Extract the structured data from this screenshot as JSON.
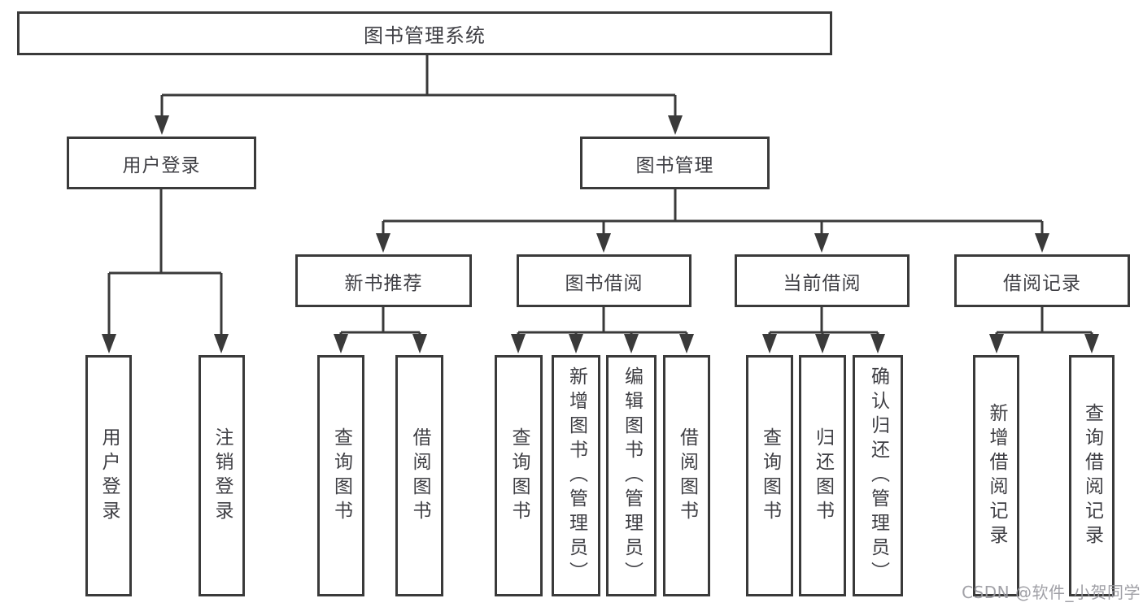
{
  "style": {
    "line_color": "#3a3a3a",
    "text_color": "#3f3f44",
    "box_fill": "#ffffff",
    "background": "#ffffff",
    "watermark_color": "#98989e"
  },
  "diagram": {
    "root": {
      "label": "图书管理系统"
    },
    "level2": {
      "user_login": {
        "label": "用户登录"
      },
      "book_mgmt": {
        "label": "图书管理"
      }
    },
    "level3": {
      "new_books": {
        "label": "新书推荐"
      },
      "book_borrow": {
        "label": "图书借阅"
      },
      "current_borrow": {
        "label": "当前借阅"
      },
      "borrow_records": {
        "label": "借阅记录"
      }
    },
    "leaves": {
      "user_login": {
        "label": "用户登录"
      },
      "logout": {
        "label": "注销登录"
      },
      "nb_query": {
        "label": "查询图书"
      },
      "nb_borrow": {
        "label": "借阅图书"
      },
      "bb_query": {
        "label": "查询图书"
      },
      "bb_add": {
        "label": "新增图书（管理员）"
      },
      "bb_edit": {
        "label": "编辑图书（管理员）"
      },
      "bb_borrow": {
        "label": "借阅图书"
      },
      "cb_query": {
        "label": "查询图书"
      },
      "cb_return": {
        "label": "归还图书"
      },
      "cb_confirm": {
        "label": "确认归还（管理员）"
      },
      "br_add": {
        "label": "新增借阅记录"
      },
      "br_query": {
        "label": "查询借阅记录"
      }
    }
  },
  "watermark": {
    "text": "CSDN @软件_小贺同学"
  }
}
